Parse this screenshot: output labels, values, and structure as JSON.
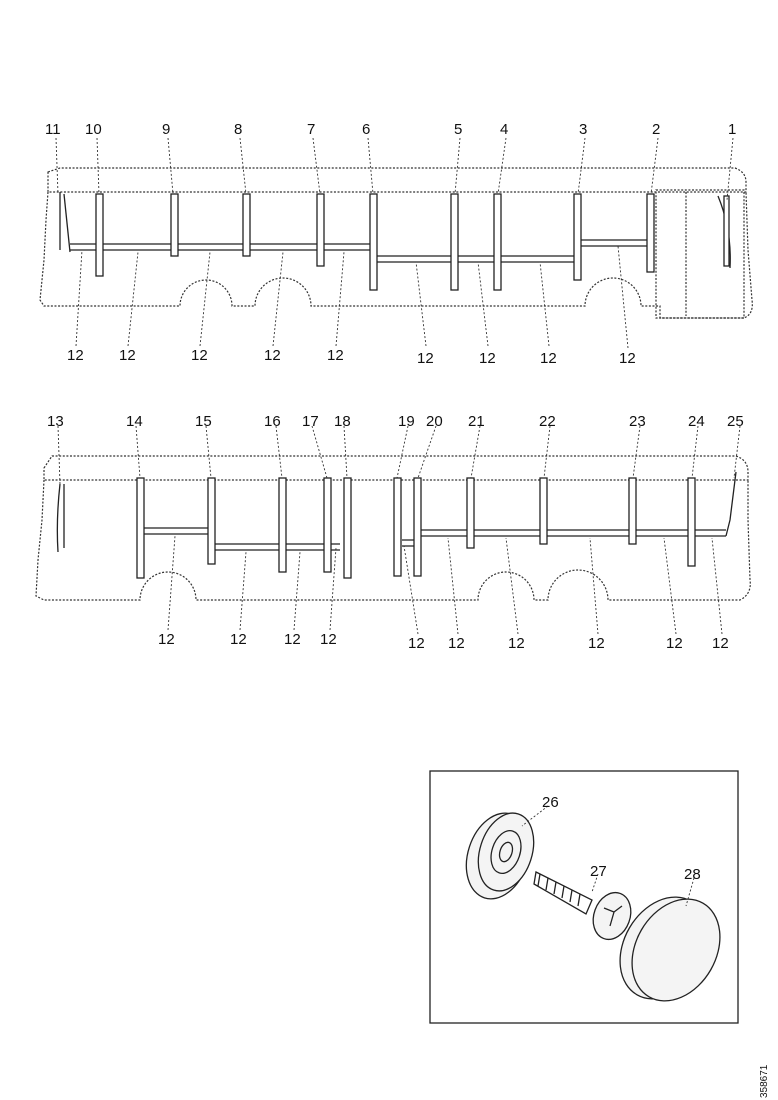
{
  "diagram": {
    "upper_bus": {
      "top_labels": [
        "11",
        "10",
        "9",
        "8",
        "7",
        "6",
        "5",
        "4",
        "3",
        "2",
        "1"
      ],
      "bottom_labels": [
        "12",
        "12",
        "12",
        "12",
        "12",
        "12",
        "12",
        "12",
        "12"
      ]
    },
    "lower_bus": {
      "top_labels": [
        "13",
        "14",
        "15",
        "16",
        "17",
        "18",
        "19",
        "20",
        "21",
        "22",
        "23",
        "24",
        "25"
      ],
      "bottom_labels": [
        "12",
        "12",
        "12",
        "12",
        "12",
        "12",
        "12",
        "12",
        "12",
        "12"
      ]
    },
    "detail": {
      "labels": [
        "26",
        "27",
        "28"
      ]
    },
    "reference_number": "358671"
  }
}
